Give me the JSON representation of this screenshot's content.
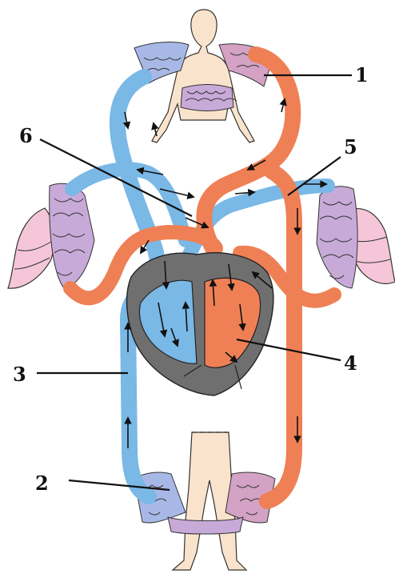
{
  "labels": [
    "1",
    "2",
    "3",
    "4",
    "5",
    "6"
  ],
  "colors": {
    "deoxygenated": "#7ab8e6",
    "oxygenated": "#ef8055",
    "capillary_bed": "#c9a9d6",
    "skin": "#fae3cc",
    "lung": "#f4c6d8",
    "heart_wall": "#6f6f6f"
  }
}
